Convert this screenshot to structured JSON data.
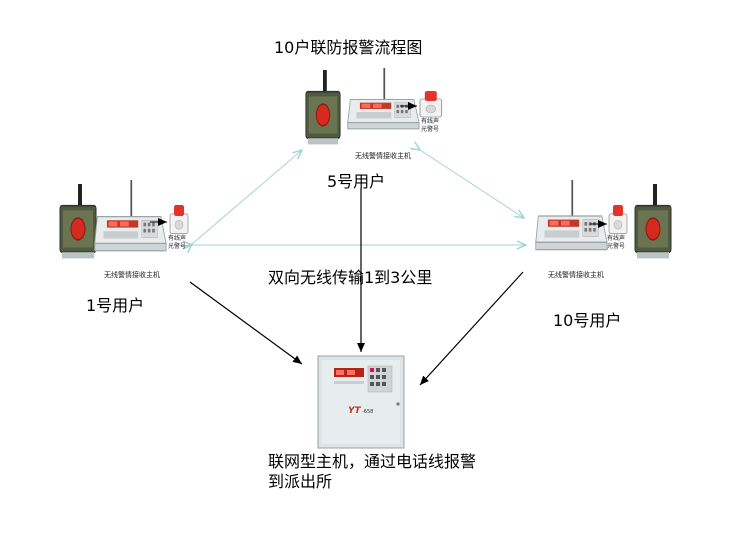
{
  "diagram": {
    "title": "10户联防报警流程图",
    "nodes": {
      "user5": {
        "label": "5号用户"
      },
      "user1": {
        "label": "1号用户"
      },
      "user10": {
        "label": "10号用户"
      }
    },
    "receiver_caption": "无线警情接收主机",
    "siren_caption_line1": "有线声",
    "siren_caption_line2": "光警号",
    "wireless_note": "双向无线传输1到3公里",
    "network_host": {
      "line1": "联网型主机，通过电话线报警",
      "line2": "到派出所",
      "brand": "YT",
      "model": "-658"
    },
    "colors": {
      "wireless_link": "#9fd6cc",
      "arrow": "#000000",
      "text": "#000000"
    }
  }
}
